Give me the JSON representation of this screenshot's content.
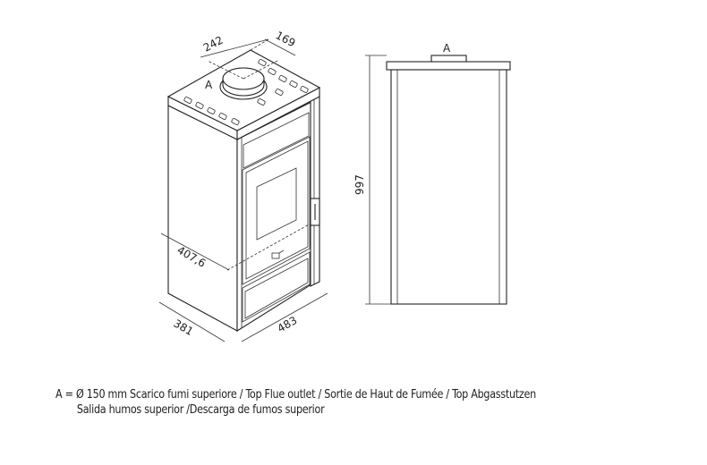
{
  "dimensions": {
    "flue_offset_side": "242",
    "flue_offset_back": "169",
    "depth_dashed": "407,6",
    "depth": "381",
    "width": "483",
    "height": "997"
  },
  "labels": {
    "flue_label_iso": "A",
    "flue_label_side": "A"
  },
  "caption": {
    "line1": "A = Ø 150 mm  Scarico fumi superiore / Top Flue outlet / Sortie de Haut de Fumée / Top Abgasstutzen",
    "line2": "Salida humos superior /Descarga de fumos superior"
  }
}
